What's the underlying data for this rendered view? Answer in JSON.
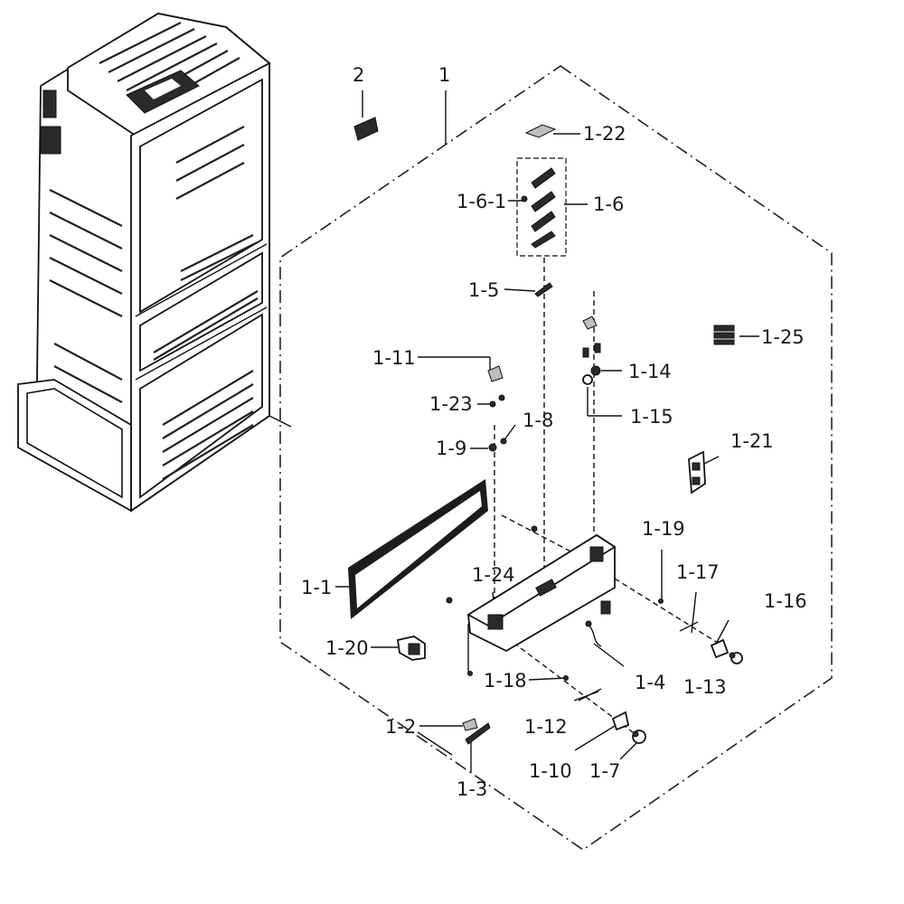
{
  "callouts": {
    "c2": "2",
    "c1": "1",
    "c1_22": "1-22",
    "c1_6_1": "1-6-1",
    "c1_6": "1-6",
    "c1_5": "1-5",
    "c1_25": "1-25",
    "c1_11": "1-11",
    "c1_14": "1-14",
    "c1_23": "1-23",
    "c1_8": "1-8",
    "c1_15": "1-15",
    "c1_9": "1-9",
    "c1_21": "1-21",
    "c1_19": "1-19",
    "c1_17": "1-17",
    "c1_16": "1-16",
    "c1_24": "1-24",
    "c1_1": "1-1",
    "c1_20": "1-20",
    "c1_4": "1-4",
    "c1_18": "1-18",
    "c1_13": "1-13",
    "c1_2": "1-2",
    "c1_12": "1-12",
    "c1_10": "1-10",
    "c1_7": "1-7",
    "c1_3": "1-3"
  }
}
